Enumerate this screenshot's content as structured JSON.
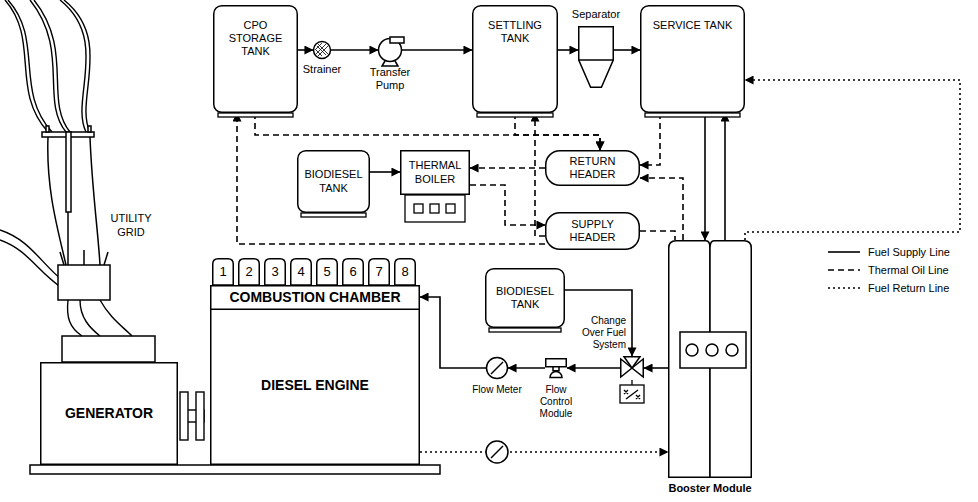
{
  "diagram": {
    "nodes": [
      {
        "text": [
          "CPO STORAGE TANK"
        ]
      },
      {
        "text": [
          "Strainer"
        ]
      },
      {
        "text": [
          "Transfer Pump"
        ]
      },
      {
        "text": [
          "SETTLING TANK"
        ]
      },
      {
        "text": [
          "Separator"
        ]
      },
      {
        "text": [
          "SERVICE TANK"
        ]
      },
      {
        "text": [
          "BIODIESEL TANK"
        ]
      },
      {
        "text": [
          "THERMAL BOILER"
        ]
      },
      {
        "text": [
          "RETURN HEADER"
        ]
      },
      {
        "text": [
          "SUPPLY HEADER"
        ]
      },
      {
        "text": [
          "1"
        ]
      },
      {
        "text": [
          "2"
        ]
      },
      {
        "text": [
          "3"
        ]
      },
      {
        "text": [
          "4"
        ]
      },
      {
        "text": [
          "5"
        ]
      },
      {
        "text": [
          "6"
        ]
      },
      {
        "text": [
          "7"
        ]
      },
      {
        "text": [
          "8"
        ]
      },
      {
        "text": [
          "DIESEL ENGINE"
        ]
      },
      {
        "text": [
          "COMBUSTION CHAMBER"
        ],
        "in": 18
      },
      {
        "text": [
          "GENERATOR"
        ]
      },
      {
        "text": [
          "BIODIESEL TANK"
        ]
      },
      {
        "text": [
          "Change Over Fuel System"
        ]
      },
      {
        "text": [
          "Flow Control Module"
        ]
      },
      {
        "text": [
          "Flow Meter"
        ]
      },
      {
        "text": [
          "Booster Module"
        ]
      }
    ],
    "edges": [
      {
        "from": 0,
        "to": 1,
        "arrow": "to"
      },
      {
        "from": 1,
        "to": 2,
        "arrow": "to"
      },
      {
        "from": 2,
        "to": 3,
        "arrow": "to"
      },
      {
        "from": 3,
        "to": 4,
        "arrow": "to"
      },
      {
        "from": 4,
        "to": 5,
        "arrow": "to"
      },
      {
        "from": 6,
        "to": 7,
        "arrow": "to"
      },
      {
        "from": 7,
        "to": 9,
        "arrow": "to"
      },
      {
        "from": 9,
        "to": 0,
        "arrow": "to"
      },
      {
        "from": 9,
        "to": 3,
        "arrow": "to"
      },
      {
        "from": 9,
        "to": 25,
        "arrow": "none"
      },
      {
        "from": 0,
        "to": 8,
        "arrow": "to"
      },
      {
        "from": 3,
        "to": 8,
        "arrow": "to"
      },
      {
        "from": 5,
        "to": 8,
        "arrow": "to"
      },
      {
        "from": 25,
        "to": 8,
        "arrow": "to"
      },
      {
        "from": 8,
        "to": 7,
        "arrow": "to"
      },
      {
        "from": 5,
        "to": 25,
        "arrow": "to"
      },
      {
        "from": 25,
        "to": 5,
        "arrow": "to"
      },
      {
        "from": 25,
        "to": 22,
        "arrow": "to"
      },
      {
        "from": 21,
        "to": 22,
        "arrow": "to"
      },
      {
        "from": 22,
        "to": 23,
        "arrow": "to"
      },
      {
        "from": 23,
        "to": 24,
        "arrow": "to"
      },
      {
        "from": 24,
        "to": 19,
        "arrow": "to"
      },
      {
        "from": 18,
        "to": 25,
        "arrow": "to"
      },
      {
        "from": 25,
        "to": 5,
        "arrow": "to"
      }
    ],
    "labels": [
      "UTILITY GRID"
    ],
    "legend": [
      {
        "text": "Fuel Supply Line"
      },
      {
        "text": "Thermal Oil Line"
      },
      {
        "text": "Fuel Return Line"
      }
    ]
  }
}
